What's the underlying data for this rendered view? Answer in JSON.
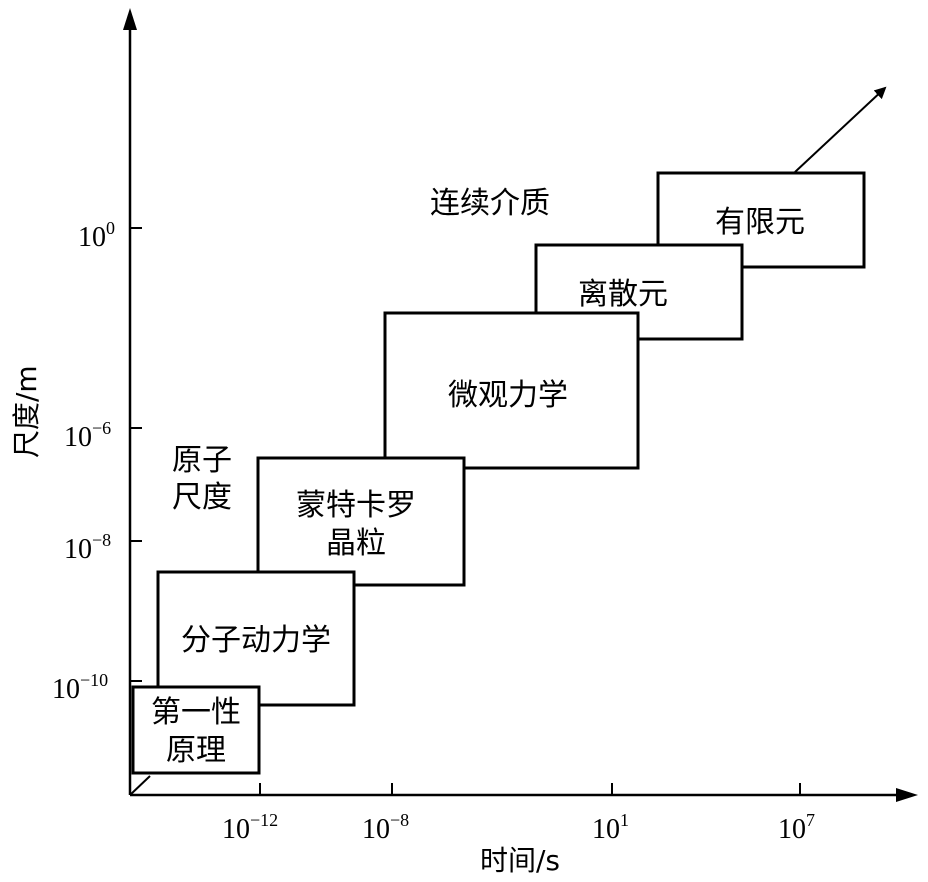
{
  "axes": {
    "x_label": "时间/s",
    "y_label": "尺度/m",
    "x_ticks": [
      {
        "base": "10",
        "exp": "−12"
      },
      {
        "base": "10",
        "exp": "−8"
      },
      {
        "base": "10",
        "exp": "1"
      },
      {
        "base": "10",
        "exp": "7"
      }
    ],
    "y_ticks": [
      {
        "base": "10",
        "exp": "0"
      },
      {
        "base": "10",
        "exp": "−6"
      },
      {
        "base": "10",
        "exp": "−8"
      },
      {
        "base": "10",
        "exp": "−10"
      }
    ]
  },
  "boxes": [
    {
      "id": "first-principles",
      "lines": [
        "第一性",
        "原理"
      ]
    },
    {
      "id": "molecular-dynamics",
      "lines": [
        "分子动力学"
      ]
    },
    {
      "id": "monte-carlo",
      "lines": [
        "蒙特卡罗",
        "晶粒"
      ]
    },
    {
      "id": "micromechanics",
      "lines": [
        "微观力学"
      ]
    },
    {
      "id": "discrete-element",
      "lines": [
        "离散元"
      ]
    },
    {
      "id": "finite-element",
      "lines": [
        "有限元"
      ]
    }
  ],
  "annotations": {
    "atomic_scale": [
      "原子",
      "尺度"
    ],
    "continuum": "连续介质"
  }
}
